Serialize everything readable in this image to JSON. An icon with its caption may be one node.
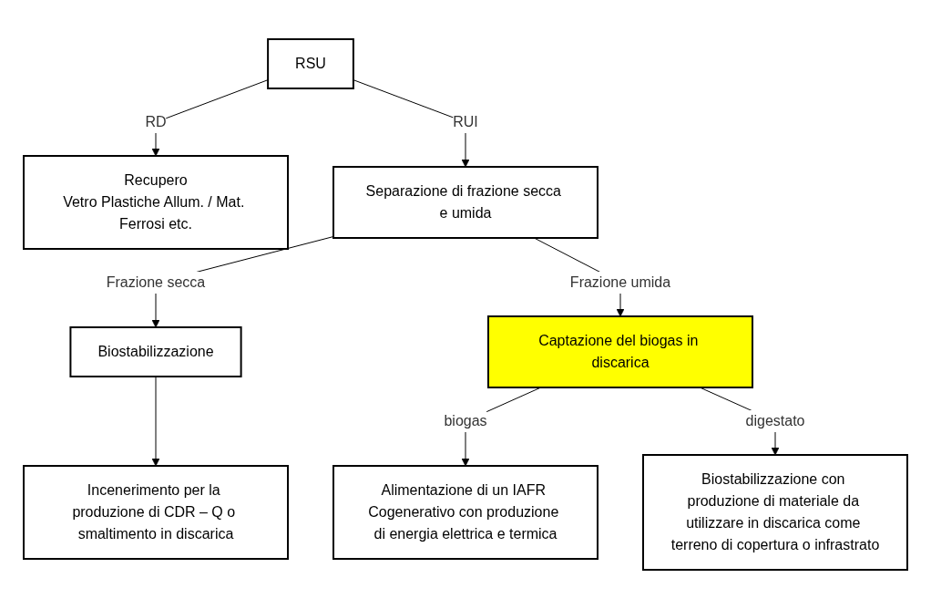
{
  "diagram": {
    "nodes": [
      {
        "text": [
          "RSU"
        ]
      },
      {
        "text": [
          "Recupero",
          "Vetro Plastiche Allum. / Mat. Ferrosi etc."
        ]
      },
      {
        "text": [
          "Separazione di frazione secca e umida"
        ]
      },
      {
        "text": [
          "Biostabilizzazione"
        ]
      },
      {
        "text": [
          "Captazione del biogas in discarica"
        ]
      },
      {
        "text": [
          "Alimentazione di un IAFR Cogenerativo con produzione di energia elettrica e termica"
        ]
      },
      {
        "text": [
          "Incenerimento per la produzione di CDR – Q o smaltimento in discarica"
        ]
      },
      {
        "text": [
          "Biostabilizzazione con produzione di materiale da utilizzare in discarica come terreno di copertura o infrastrato"
        ]
      }
    ],
    "edges": [
      {
        "from": 0,
        "to": 1,
        "label": "RD",
        "arrow": "to"
      },
      {
        "from": 0,
        "to": 2,
        "label": "RUI",
        "arrow": "to"
      },
      {
        "from": 2,
        "to": 3,
        "label": "Frazione secca",
        "arrow": "to"
      },
      {
        "from": 2,
        "to": 4,
        "label": "Frazione umida",
        "arrow": "to"
      },
      {
        "from": 4,
        "to": 5,
        "label": "biogas",
        "arrow": "to"
      },
      {
        "from": 4,
        "to": 7,
        "label": "digestato",
        "arrow": "to"
      },
      {
        "from": 3,
        "to": 6,
        "arrow": "to"
      }
    ]
  }
}
